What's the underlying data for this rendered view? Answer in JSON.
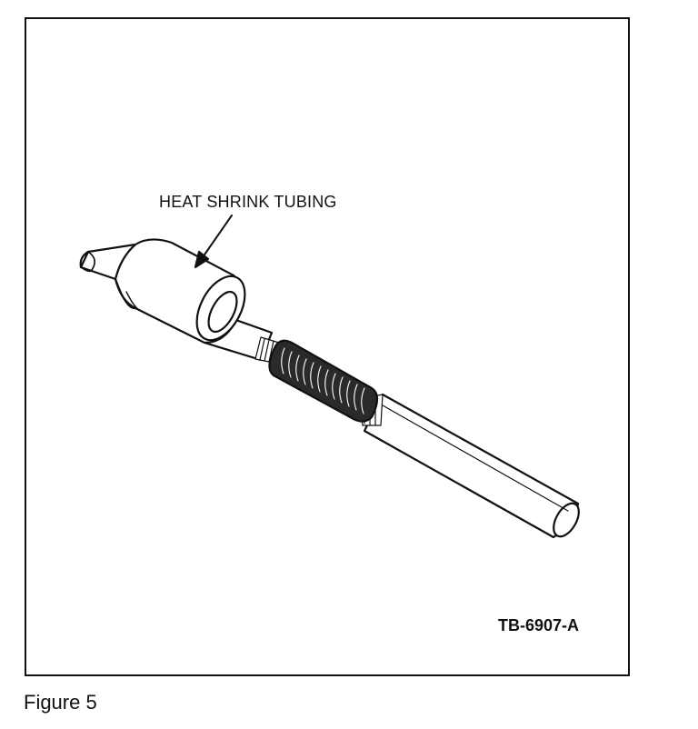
{
  "figure": {
    "callout": "HEAT SHRINK TUBING",
    "code": "TB-6907-A",
    "caption": "Figure 5"
  },
  "colors": {
    "ink": "#111111",
    "paper": "#ffffff",
    "coil": "#2a2a2a"
  },
  "icons": [
    "arrow-icon"
  ]
}
